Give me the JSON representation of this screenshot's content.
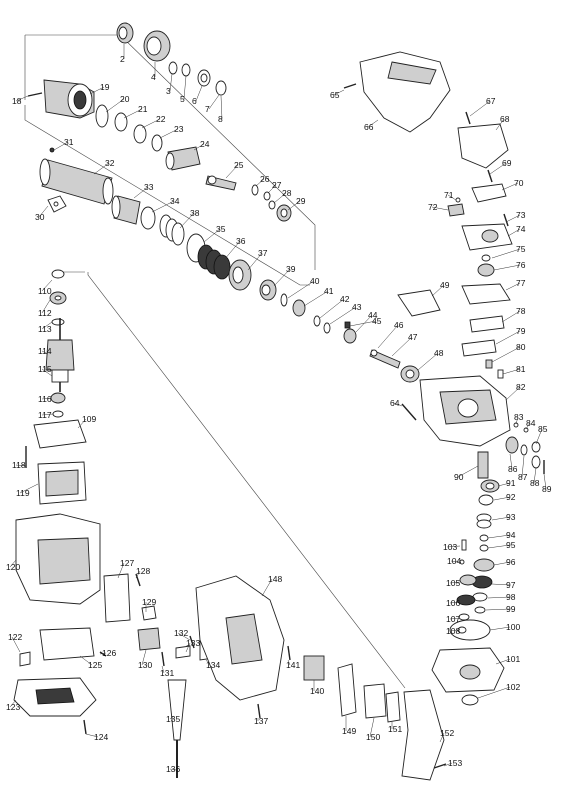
{
  "diagram": {
    "callouts": [
      "2",
      "4",
      "3",
      "5",
      "6",
      "7",
      "8",
      "18",
      "19",
      "20",
      "21",
      "22",
      "23",
      "24",
      "25",
      "26",
      "27",
      "28",
      "29",
      "30",
      "31",
      "32",
      "33",
      "34",
      "35",
      "36",
      "37",
      "38",
      "39",
      "40",
      "41",
      "42",
      "43",
      "44",
      "45",
      "46",
      "47",
      "48",
      "49",
      "64",
      "65",
      "66",
      "67",
      "68",
      "69",
      "70",
      "71",
      "72",
      "73",
      "74",
      "75",
      "76",
      "77",
      "78",
      "79",
      "80",
      "81",
      "82",
      "83",
      "84",
      "85",
      "86",
      "87",
      "88",
      "89",
      "90",
      "91",
      "92",
      "93",
      "94",
      "95",
      "96",
      "97",
      "98",
      "99",
      "100",
      "101",
      "102",
      "103",
      "104",
      "105",
      "106",
      "107",
      "108",
      "109",
      "110",
      "112",
      "113",
      "114",
      "115",
      "116",
      "117",
      "118",
      "119",
      "120",
      "122",
      "123",
      "124",
      "125",
      "126",
      "127",
      "128",
      "129",
      "130",
      "131",
      "132",
      "133",
      "134",
      "135",
      "136",
      "137",
      "140",
      "141",
      "148",
      "149",
      "150",
      "151",
      "152",
      "153"
    ]
  }
}
